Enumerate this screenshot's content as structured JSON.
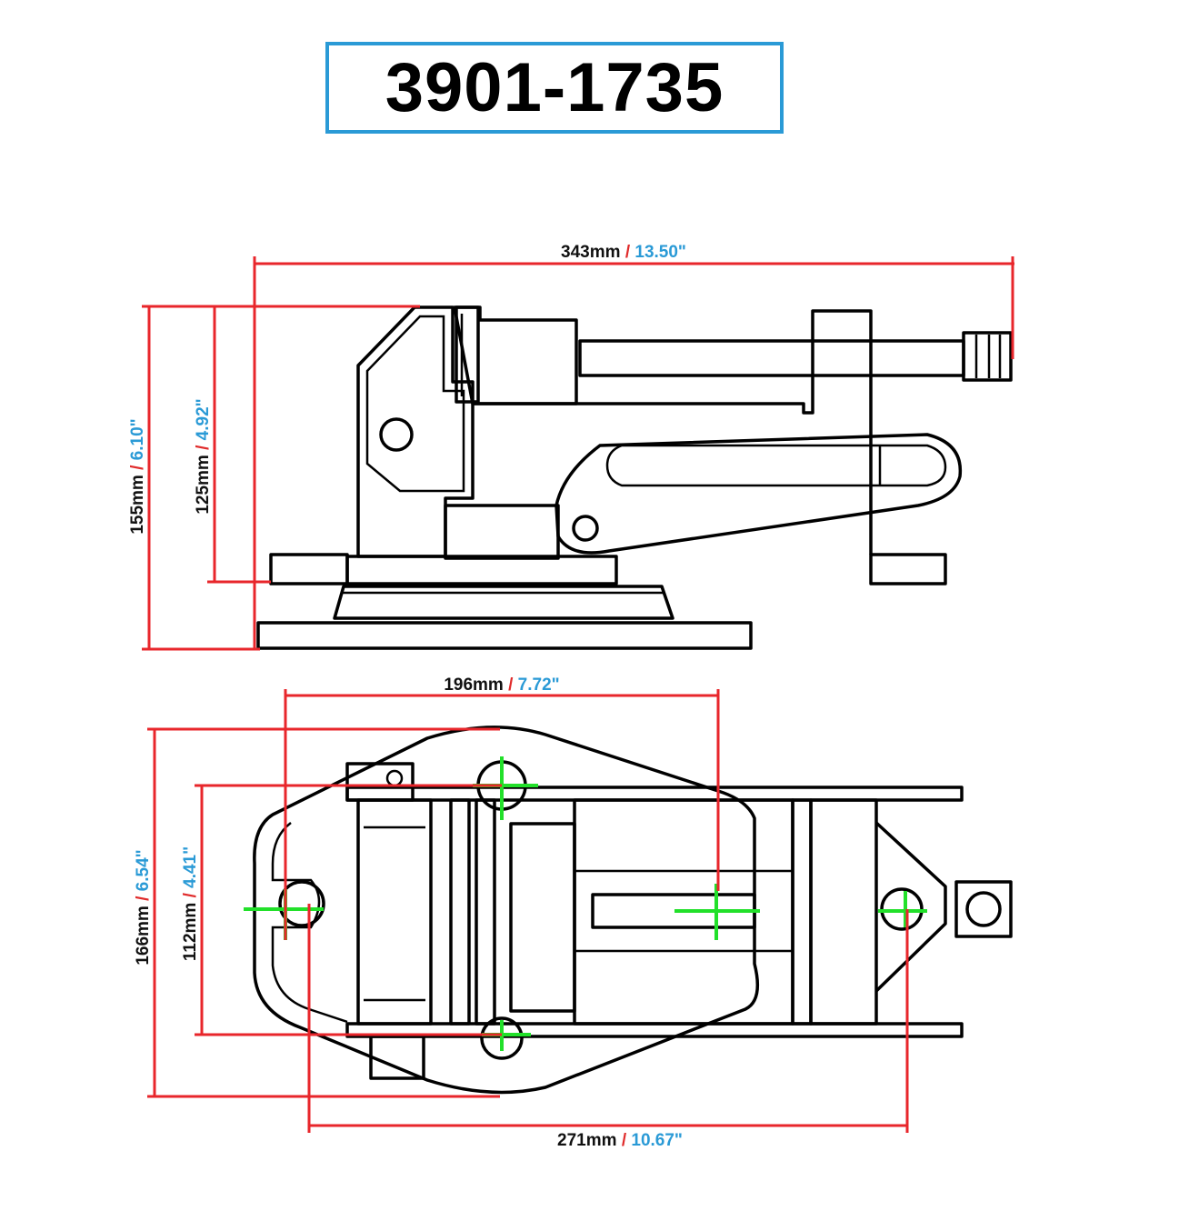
{
  "title": "3901-1735",
  "dimensions": {
    "side_length": {
      "mm": "343mm",
      "sep": " / ",
      "inch": "13.50\""
    },
    "side_height_total": {
      "mm": "155mm",
      "sep": " / ",
      "inch": "6.10\""
    },
    "side_height_body": {
      "mm": "125mm",
      "sep": " / ",
      "inch": "4.92\""
    },
    "top_slot_spacing": {
      "mm": "196mm",
      "sep": " / ",
      "inch": "7.72\""
    },
    "top_width_total": {
      "mm": "166mm",
      "sep": " / ",
      "inch": "6.54\""
    },
    "top_width_inner": {
      "mm": "112mm",
      "sep": " / ",
      "inch": "4.41\""
    },
    "top_length": {
      "mm": "271mm",
      "sep": " / ",
      "inch": "10.67\""
    }
  },
  "colors": {
    "dimension_line": "#e8262b",
    "inch_text": "#2a9ad6",
    "title_border": "#2a9ad6",
    "center_mark": "#22e02a"
  }
}
